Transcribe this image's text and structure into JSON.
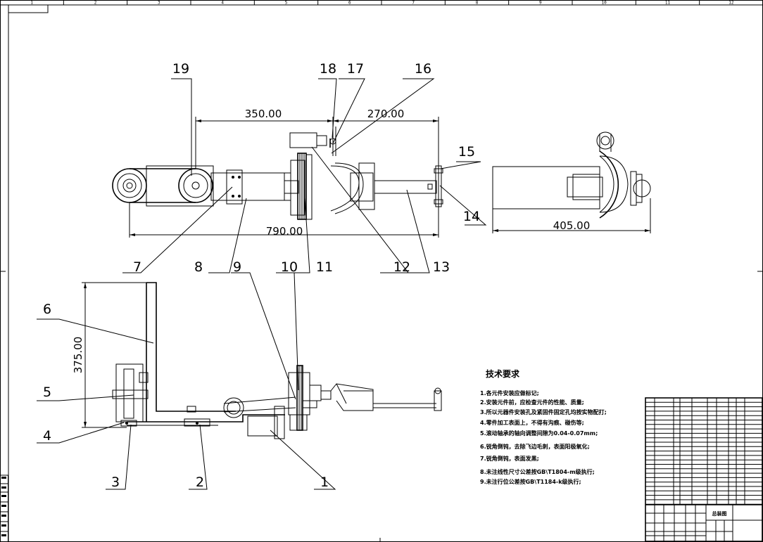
{
  "zones": [
    "1",
    "2",
    "3",
    "4",
    "5",
    "6",
    "7",
    "8",
    "9",
    "10",
    "11",
    "12"
  ],
  "callouts": [
    "19",
    "18",
    "17",
    "16",
    "15",
    "14",
    "13",
    "12",
    "11",
    "10",
    "9",
    "8",
    "7",
    "6",
    "5",
    "4",
    "3",
    "2",
    "1"
  ],
  "dimensions": {
    "d350": "350.00",
    "d270": "270.00",
    "d790": "790.00",
    "d405": "405.00",
    "d375": "375.00"
  },
  "tech": {
    "title": "技术要求",
    "lines": [
      "1.各元件安装应做标记;",
      "2.安装元件前，应检查元件的性能、质量;",
      "3.所以元器件安装孔及紧固件固定孔均按实物配打;",
      "4.零件加工表面上，不得有沟痕、碰伤等;",
      "5.滚动轴承的轴向调整间隙为0.04-0.07mm;",
      "6.锐角倒钝，去除飞边毛刺，表面阳极氧化;",
      "7.锐角倒钝，表面发黑;",
      "8.未注线性尺寸公差按GB\\T1804-m级执行;",
      "9.未注行位公差按GB\\T1184-k级执行;"
    ]
  },
  "title_block": {
    "drawing_name": "总装图"
  },
  "colors": {
    "line": "#000000",
    "background": "#ffffff"
  }
}
